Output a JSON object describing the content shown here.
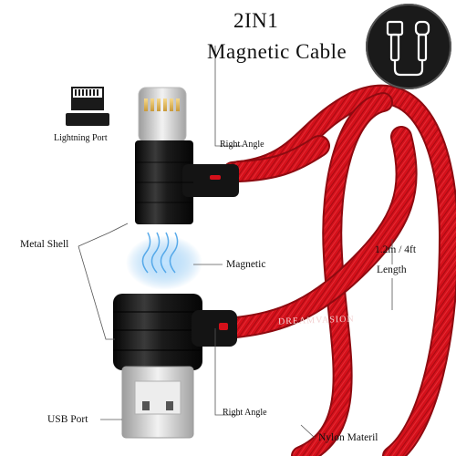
{
  "title": {
    "line1": "2IN1",
    "line2": "Magnetic Cable"
  },
  "labels": {
    "lightning_port": "Lightning Port",
    "right_angle_top": "Right Angle",
    "metal_shell": "Metal Shell",
    "magnetic": "Magnetic",
    "length_value": "1.2m / 4ft",
    "length_word": "Length",
    "brand": "DREAMVASION",
    "usb_port": "USB Port",
    "right_angle_bottom": "Right Angle",
    "nylon_material": "Nylon Materil"
  },
  "icons": {
    "badge": "micro-usb-and-lightning-connectors-icon",
    "lightning_port": "lightning-port-icon"
  },
  "colors": {
    "cable_red": "#d4101a",
    "cable_dark_red": "#8e0a10",
    "connector_black": "#141414",
    "magnetic_blue": "#4aa3e8",
    "badge_bg": "#1a1a1a"
  }
}
